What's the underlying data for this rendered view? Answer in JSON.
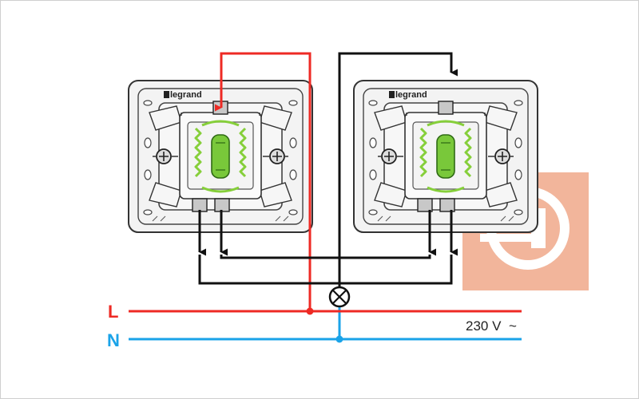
{
  "diagram": {
    "brand": "legrand",
    "line_label": "L",
    "neutral_label": "N",
    "voltage_label": "230 V",
    "voltage_symbol": "~",
    "colors": {
      "line": "#ee2a24",
      "neutral": "#1aa3e8",
      "wire": "#111111",
      "spring": "#86cf3a",
      "rocker": "#79c83a",
      "frame": "#ececec",
      "logo": "#f0a98a"
    },
    "icons": [
      "legrand-logo-icon",
      "lamp-icon",
      "watermark-plug-icon"
    ]
  }
}
